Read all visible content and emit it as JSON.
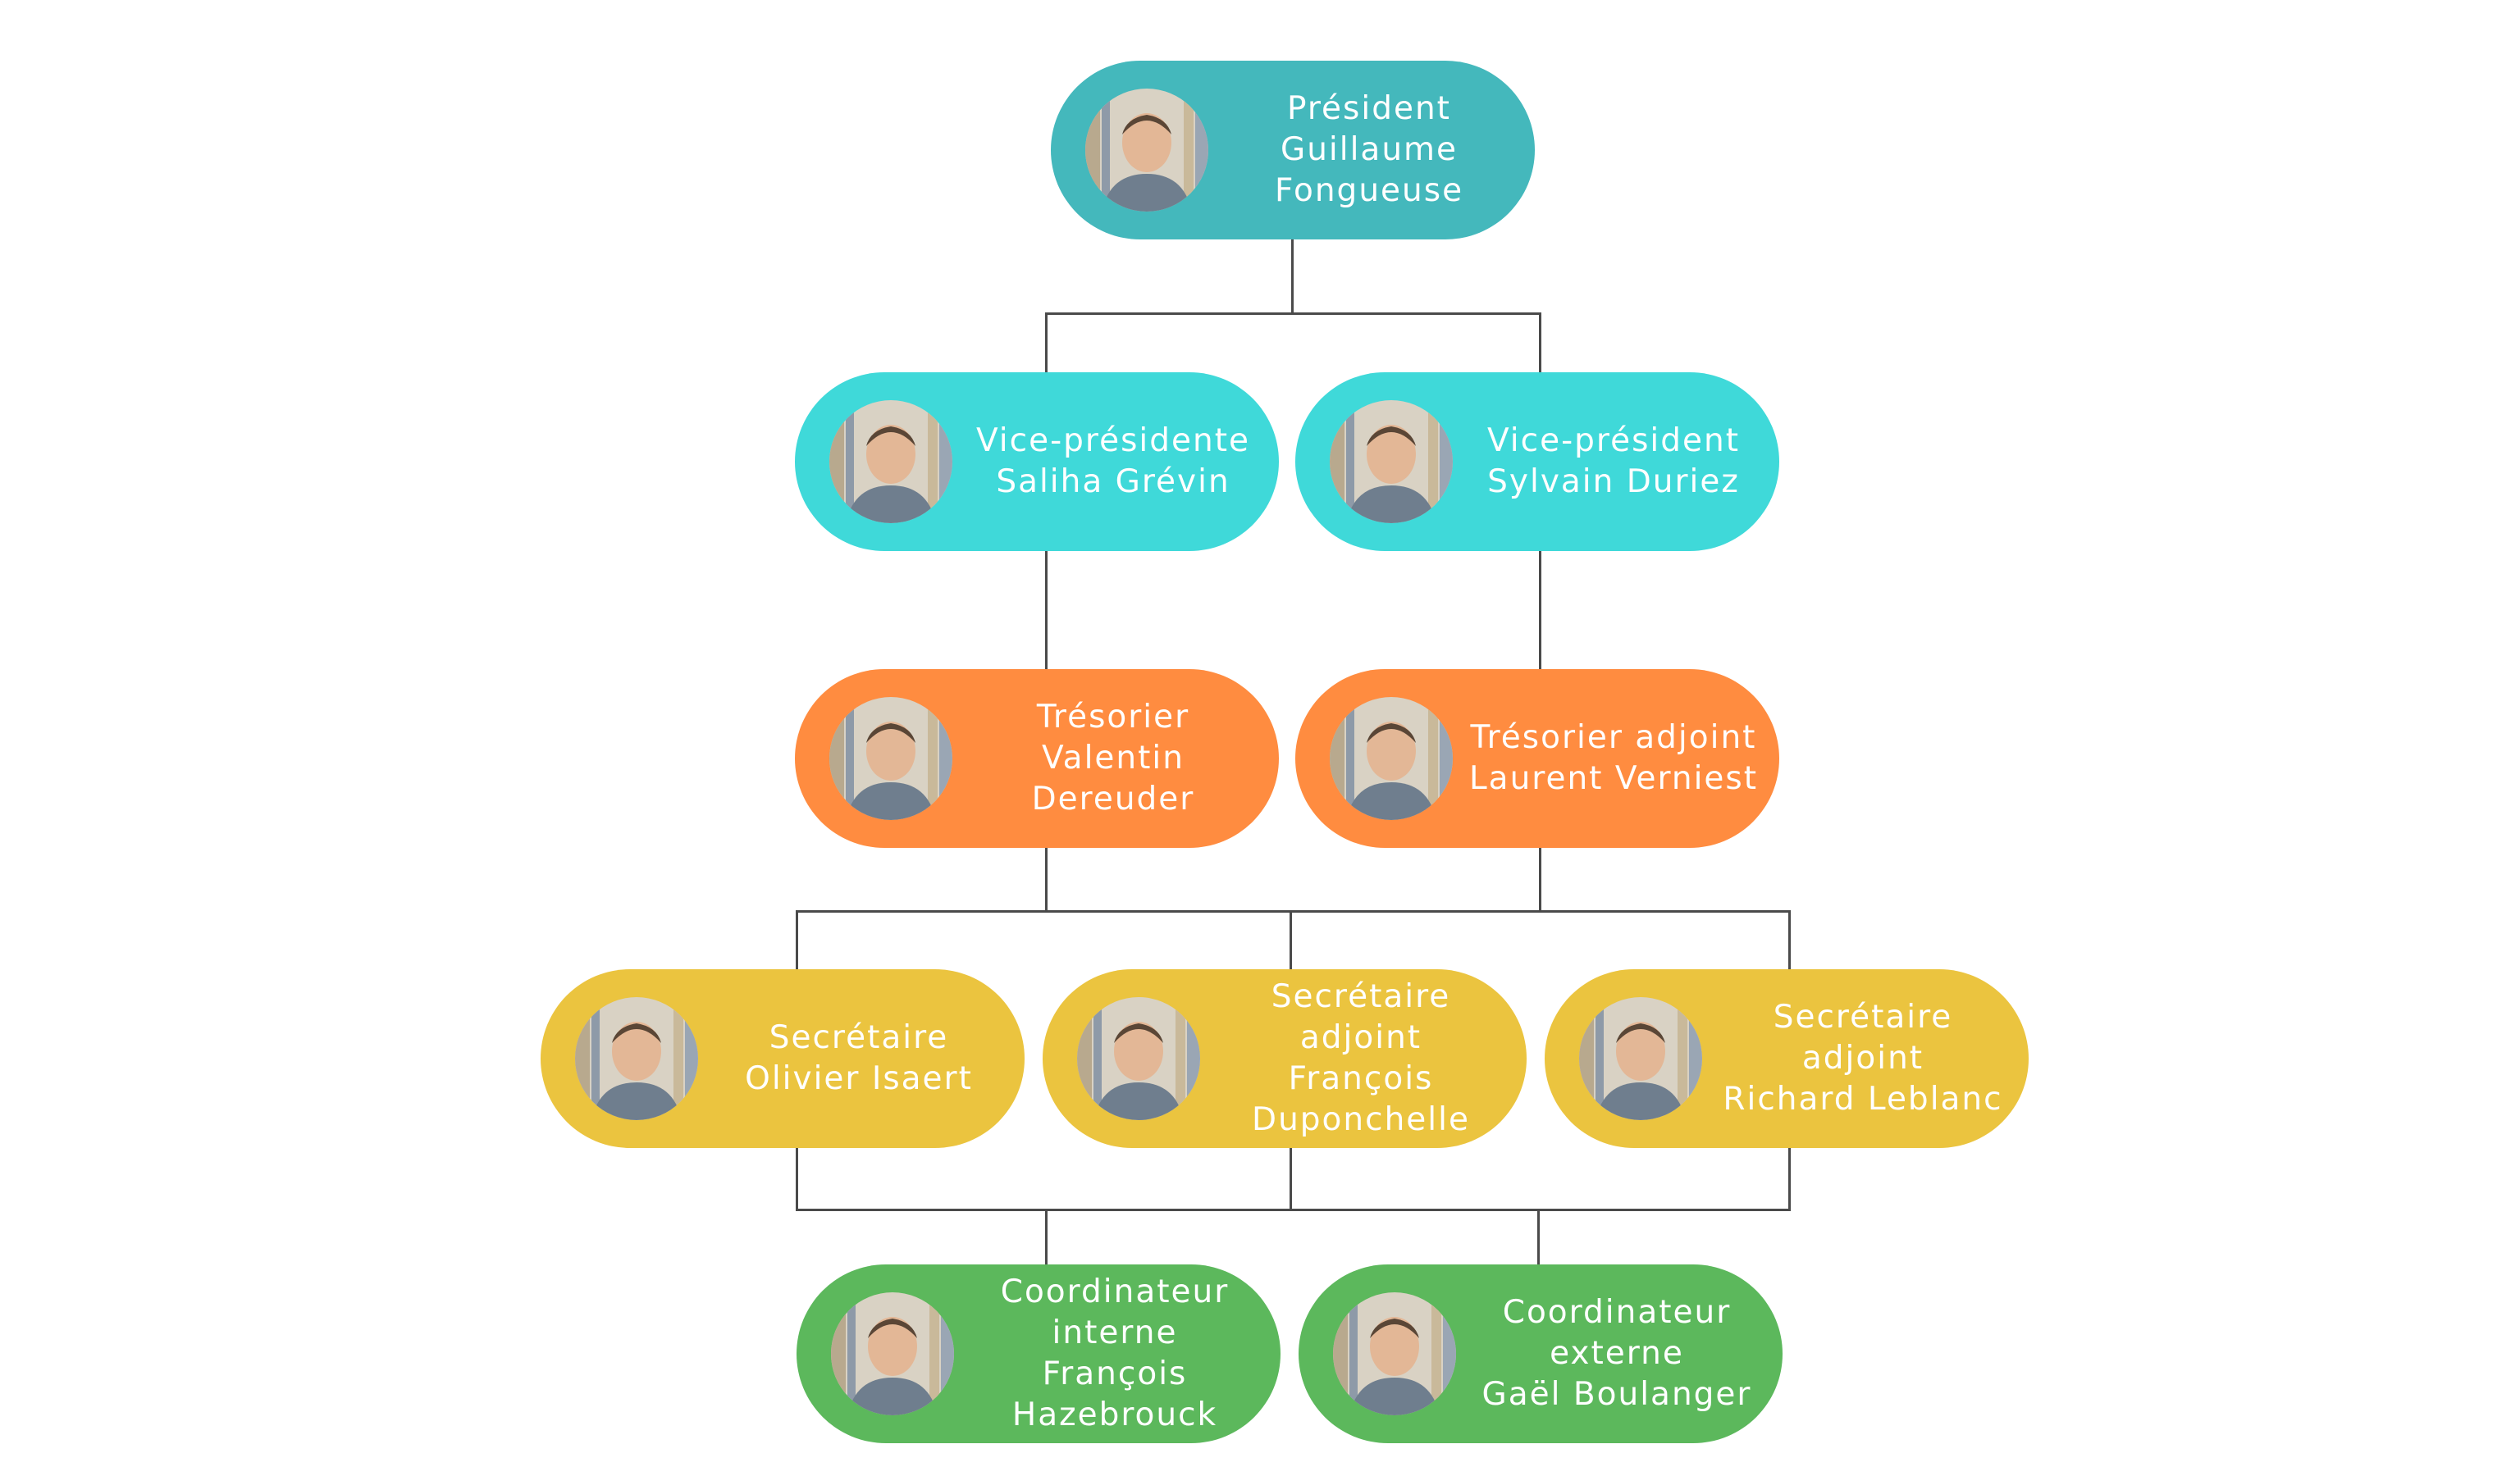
{
  "colors": {
    "president": "#44B8BC",
    "vice": "#3FD9D9",
    "tresorier": "#FF8C40",
    "secretaire": "#EBC43F",
    "coordinateur": "#5CB85C",
    "line": "#4a4a4a"
  },
  "nodes": {
    "president": {
      "lines": [
        "Président",
        "Guillaume",
        "Fongueuse"
      ],
      "icon": "person-photo-icon"
    },
    "vice_presidente": {
      "lines": [
        "Vice-présidente",
        "Saliha Grévin"
      ],
      "icon": "person-photo-icon"
    },
    "vice_president": {
      "lines": [
        "Vice-président",
        "Sylvain Duriez"
      ],
      "icon": "person-photo-icon"
    },
    "tresorier": {
      "lines": [
        "Trésorier",
        "Valentin",
        "Dereuder"
      ],
      "icon": "person-photo-icon"
    },
    "tresorier_adjoint": {
      "lines": [
        "Trésorier adjoint",
        "Laurent Verniest"
      ],
      "icon": "person-photo-icon"
    },
    "secretaire": {
      "lines": [
        "Secrétaire",
        "Olivier Isaert"
      ],
      "icon": "person-photo-icon"
    },
    "secretaire_adjoint_1": {
      "lines": [
        "Secrétaire",
        "adjoint",
        "François",
        "Duponchelle"
      ],
      "icon": "person-photo-icon"
    },
    "secretaire_adjoint_2": {
      "lines": [
        "Secrétaire",
        "adjoint",
        "Richard Leblanc"
      ],
      "icon": "person-photo-icon"
    },
    "coordinateur_interne": {
      "lines": [
        "Coordinateur",
        "interne",
        "François",
        "Hazebrouck"
      ],
      "icon": "person-photo-icon"
    },
    "coordinateur_externe": {
      "lines": [
        "Coordinateur",
        "externe",
        "Gaël Boulanger"
      ],
      "icon": "person-photo-icon"
    }
  }
}
